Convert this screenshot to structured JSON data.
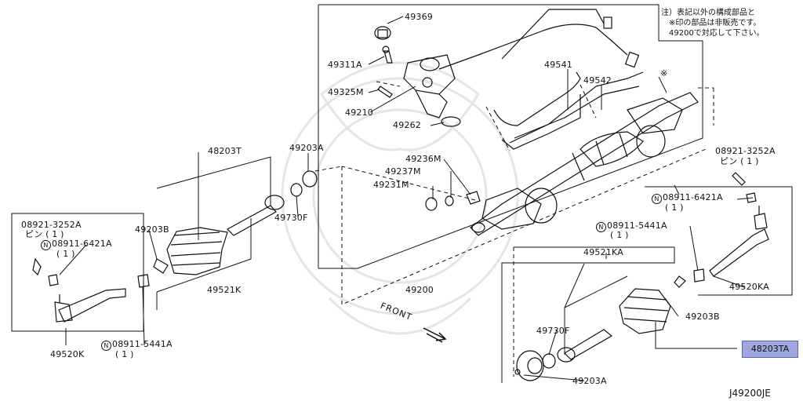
{
  "labels": {
    "p49369": "49369",
    "p49311a": "49311A",
    "p49325m": "49325M",
    "p49210": "49210",
    "p49262": "49262",
    "p49541": "49541",
    "p49542": "49542",
    "asterisk": "※",
    "p48203t": "48203T",
    "p49203a_left": "49203A",
    "p49236m": "49236M",
    "p49237m": "49237M",
    "p49231m": "49231M",
    "p49203b_left": "49203B",
    "p49730f_left": "49730F",
    "p49521k": "49521K",
    "p49200": "49200",
    "p08921_left": "08921-3252A",
    "pin_left": "ピン ( 1 )",
    "p08911_6421_left": "08911-6421A",
    "qty_6421_left": "( 1 )",
    "p49520k": "49520K",
    "p08911_5441_left": "08911-5441A",
    "qty_5441_left": "( 1 )",
    "p08921_right": "08921-3252A",
    "pin_right": "ピン ( 1 )",
    "p08911_6421_right": "08911-6421A",
    "qty_6421_right": "( 1 )",
    "p08911_5441_right": "08911-5441A",
    "qty_5441_right": "( 1 )",
    "p49521ka": "49521KA",
    "p49520ka": "49520KA",
    "p49203b_right": "49203B",
    "p49730f_right": "49730F",
    "p49203a_right": "49203A",
    "p48203ta": "48203TA",
    "front": "FRONT",
    "nut_symbol": "N"
  },
  "note": "注）表記以外の構成部品と\n　※印の部品は非販売です。\n　49200で対応して下さい。",
  "diagram_code": "J49200JE",
  "colors": {
    "highlight": "#9ea6e0",
    "line": "#111111"
  }
}
